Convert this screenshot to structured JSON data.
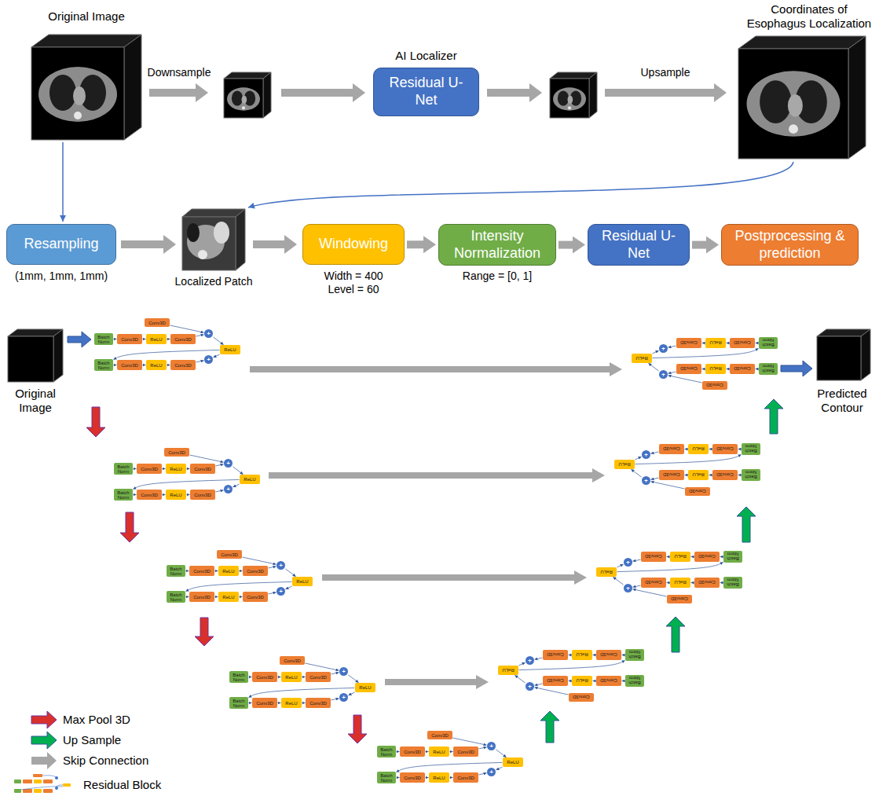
{
  "diagram": {
    "nodes": [
      {
        "text": [
          "AI Localizer",
          "Residual U-Net"
        ]
      },
      {
        "text": [
          "Resampling"
        ]
      },
      {
        "text": [
          "Windowing"
        ]
      },
      {
        "text": [
          "Intensity Normalization"
        ]
      },
      {
        "text": [
          "Residual U-Net"
        ]
      },
      {
        "text": [
          "Postprocessing & prediction"
        ]
      },
      {
        "text": [
          "Conv3D"
        ]
      },
      {
        "text": [
          "Batch Norm"
        ]
      },
      {
        "text": [
          "Conv3D"
        ]
      },
      {
        "text": [
          "ReLU"
        ]
      },
      {
        "text": [
          "Conv3D"
        ]
      },
      {
        "text": [
          "+"
        ]
      },
      {
        "text": [
          "ReLU"
        ]
      },
      {
        "text": [
          "Batch Norm"
        ]
      },
      {
        "text": [
          "Conv3D"
        ]
      },
      {
        "text": [
          "ReLU"
        ]
      },
      {
        "text": [
          "Conv3D"
        ]
      },
      {
        "text": [
          "+"
        ]
      },
      {
        "text": [
          "Conv3D"
        ]
      },
      {
        "text": [
          "Batch Norm"
        ]
      },
      {
        "text": [
          "Conv3D"
        ]
      },
      {
        "text": [
          "ReLU"
        ]
      },
      {
        "text": [
          "Conv3D"
        ]
      },
      {
        "text": [
          "+"
        ]
      },
      {
        "text": [
          "ReLU"
        ]
      },
      {
        "text": [
          "Batch Norm"
        ]
      },
      {
        "text": [
          "Conv3D"
        ]
      },
      {
        "text": [
          "ReLU"
        ]
      },
      {
        "text": [
          "Conv3D"
        ]
      },
      {
        "text": [
          "+"
        ]
      },
      {
        "text": [
          "Conv3D"
        ]
      },
      {
        "text": [
          "Batch Norm"
        ]
      },
      {
        "text": [
          "Conv3D"
        ]
      },
      {
        "text": [
          "ReLU"
        ]
      },
      {
        "text": [
          "Conv3D"
        ]
      },
      {
        "text": [
          "+"
        ]
      },
      {
        "text": [
          "ReLU"
        ]
      },
      {
        "text": [
          "Batch Norm"
        ]
      },
      {
        "text": [
          "Conv3D"
        ]
      },
      {
        "text": [
          "ReLU"
        ]
      },
      {
        "text": [
          "Conv3D"
        ]
      },
      {
        "text": [
          "+"
        ]
      },
      {
        "text": [
          "Conv3D"
        ]
      },
      {
        "text": [
          "Batch Norm"
        ]
      },
      {
        "text": [
          "Conv3D"
        ]
      },
      {
        "text": [
          "ReLU"
        ]
      },
      {
        "text": [
          "Conv3D"
        ]
      },
      {
        "text": [
          "+"
        ]
      },
      {
        "text": [
          "ReLU"
        ]
      },
      {
        "text": [
          "Batch Norm"
        ]
      },
      {
        "text": [
          "Conv3D"
        ]
      },
      {
        "text": [
          "ReLU"
        ]
      },
      {
        "text": [
          "Conv3D"
        ]
      },
      {
        "text": [
          "+"
        ]
      },
      {
        "text": [
          "Conv3D"
        ]
      },
      {
        "text": [
          "Batch Norm"
        ]
      },
      {
        "text": [
          "Conv3D"
        ]
      },
      {
        "text": [
          "ReLU"
        ]
      },
      {
        "text": [
          "Conv3D"
        ]
      },
      {
        "text": [
          "+"
        ]
      },
      {
        "text": [
          "ReLU"
        ]
      },
      {
        "text": [
          "Batch Norm"
        ]
      },
      {
        "text": [
          "Conv3D"
        ]
      },
      {
        "text": [
          "ReLU"
        ]
      },
      {
        "text": [
          "Conv3D"
        ]
      },
      {
        "text": [
          "+"
        ]
      },
      {
        "text": [
          "Conv3D"
        ]
      },
      {
        "text": [
          "Batch Norm"
        ]
      },
      {
        "text": [
          "Conv3D"
        ]
      },
      {
        "text": [
          "ReLU"
        ]
      },
      {
        "text": [
          "Conv3D"
        ]
      },
      {
        "text": [
          "+"
        ]
      },
      {
        "text": [
          "ReLU"
        ]
      },
      {
        "text": [
          "Batch Norm"
        ]
      },
      {
        "text": [
          "Conv3D"
        ]
      },
      {
        "text": [
          "ReLU"
        ]
      },
      {
        "text": [
          "Conv3D"
        ]
      },
      {
        "text": [
          "+"
        ]
      },
      {
        "text": [
          "Conv3D"
        ]
      },
      {
        "text": [
          "Batch Norm"
        ]
      },
      {
        "text": [
          "Conv3D"
        ]
      },
      {
        "text": [
          "ReLU"
        ]
      },
      {
        "text": [
          "Conv3D"
        ]
      },
      {
        "text": [
          "+"
        ]
      },
      {
        "text": [
          "ReLU"
        ]
      },
      {
        "text": [
          "Batch Norm"
        ]
      },
      {
        "text": [
          "Conv3D"
        ]
      },
      {
        "text": [
          "ReLU"
        ]
      },
      {
        "text": [
          "Conv3D"
        ]
      },
      {
        "text": [
          "+"
        ]
      },
      {
        "text": [
          "Conv3D"
        ]
      },
      {
        "text": [
          "Batch Norm"
        ]
      },
      {
        "text": [
          "Conv3D"
        ]
      },
      {
        "text": [
          "ReLU"
        ]
      },
      {
        "text": [
          "Conv3D"
        ]
      },
      {
        "text": [
          "+"
        ]
      },
      {
        "text": [
          "ReLU"
        ]
      },
      {
        "text": [
          "Batch Norm"
        ]
      },
      {
        "text": [
          "Conv3D"
        ]
      },
      {
        "text": [
          "ReLU"
        ]
      },
      {
        "text": [
          "Conv3D"
        ]
      },
      {
        "text": [
          "+"
        ]
      },
      {
        "text": [
          "Conv3D"
        ]
      },
      {
        "text": [
          "Batch Norm"
        ]
      },
      {
        "text": [
          "Conv3D"
        ]
      },
      {
        "text": [
          "ReLU"
        ]
      },
      {
        "text": [
          "Conv3D"
        ]
      },
      {
        "text": [
          "+"
        ]
      },
      {
        "text": [
          "ReLU"
        ]
      },
      {
        "text": [
          "Batch Norm"
        ]
      },
      {
        "text": [
          "Conv3D"
        ]
      },
      {
        "text": [
          "ReLU"
        ]
      },
      {
        "text": [
          "Conv3D"
        ]
      },
      {
        "text": [
          "+"
        ]
      }
    ],
    "edges": [
      {
        "from": 2,
        "to": 3,
        "arrow": "to"
      },
      {
        "from": 3,
        "to": 4,
        "arrow": "to"
      },
      {
        "from": 4,
        "to": 5,
        "arrow": "to"
      },
      {
        "from": 7,
        "to": 8,
        "arrow": "to"
      },
      {
        "from": 8,
        "to": 9,
        "arrow": "to"
      },
      {
        "from": 9,
        "to": 10,
        "arrow": "to"
      },
      {
        "from": 10,
        "to": 11,
        "arrow": "to"
      },
      {
        "from": 6,
        "to": 11,
        "arrow": "to"
      },
      {
        "from": 11,
        "to": 12,
        "arrow": "to"
      },
      {
        "from": 12,
        "to": 13,
        "arrow": "to"
      },
      {
        "from": 13,
        "to": 14,
        "arrow": "to"
      },
      {
        "from": 14,
        "to": 15,
        "arrow": "to"
      },
      {
        "from": 15,
        "to": 16,
        "arrow": "to"
      },
      {
        "from": 16,
        "to": 17,
        "arrow": "to"
      },
      {
        "from": 12,
        "to": 17,
        "arrow": "to"
      },
      {
        "from": 19,
        "to": 20,
        "arrow": "to"
      },
      {
        "from": 20,
        "to": 21,
        "arrow": "to"
      },
      {
        "from": 21,
        "to": 22,
        "arrow": "to"
      },
      {
        "from": 22,
        "to": 23,
        "arrow": "to"
      },
      {
        "from": 18,
        "to": 23,
        "arrow": "to"
      },
      {
        "from": 23,
        "to": 24,
        "arrow": "to"
      },
      {
        "from": 24,
        "to": 25,
        "arrow": "to"
      },
      {
        "from": 25,
        "to": 26,
        "arrow": "to"
      },
      {
        "from": 26,
        "to": 27,
        "arrow": "to"
      },
      {
        "from": 27,
        "to": 28,
        "arrow": "to"
      },
      {
        "from": 28,
        "to": 29,
        "arrow": "to"
      },
      {
        "from": 24,
        "to": 29,
        "arrow": "to"
      },
      {
        "from": 31,
        "to": 32,
        "arrow": "to"
      },
      {
        "from": 32,
        "to": 33,
        "arrow": "to"
      },
      {
        "from": 33,
        "to": 34,
        "arrow": "to"
      },
      {
        "from": 34,
        "to": 35,
        "arrow": "to"
      },
      {
        "from": 30,
        "to": 35,
        "arrow": "to"
      },
      {
        "from": 35,
        "to": 36,
        "arrow": "to"
      },
      {
        "from": 36,
        "to": 37,
        "arrow": "to"
      },
      {
        "from": 37,
        "to": 38,
        "arrow": "to"
      },
      {
        "from": 38,
        "to": 39,
        "arrow": "to"
      },
      {
        "from": 39,
        "to": 40,
        "arrow": "to"
      },
      {
        "from": 40,
        "to": 41,
        "arrow": "to"
      },
      {
        "from": 36,
        "to": 41,
        "arrow": "to"
      },
      {
        "from": 43,
        "to": 44,
        "arrow": "to"
      },
      {
        "from": 44,
        "to": 45,
        "arrow": "to"
      },
      {
        "from": 45,
        "to": 46,
        "arrow": "to"
      },
      {
        "from": 46,
        "to": 47,
        "arrow": "to"
      },
      {
        "from": 42,
        "to": 47,
        "arrow": "to"
      },
      {
        "from": 47,
        "to": 48,
        "arrow": "to"
      },
      {
        "from": 48,
        "to": 49,
        "arrow": "to"
      },
      {
        "from": 49,
        "to": 50,
        "arrow": "to"
      },
      {
        "from": 50,
        "to": 51,
        "arrow": "to"
      },
      {
        "from": 51,
        "to": 52,
        "arrow": "to"
      },
      {
        "from": 52,
        "to": 53,
        "arrow": "to"
      },
      {
        "from": 48,
        "to": 53,
        "arrow": "to"
      },
      {
        "from": 55,
        "to": 56,
        "arrow": "to"
      },
      {
        "from": 56,
        "to": 57,
        "arrow": "to"
      },
      {
        "from": 57,
        "to": 58,
        "arrow": "to"
      },
      {
        "from": 58,
        "to": 59,
        "arrow": "to"
      },
      {
        "from": 54,
        "to": 59,
        "arrow": "to"
      },
      {
        "from": 59,
        "to": 60,
        "arrow": "to"
      },
      {
        "from": 60,
        "to": 61,
        "arrow": "to"
      },
      {
        "from": 61,
        "to": 62,
        "arrow": "to"
      },
      {
        "from": 62,
        "to": 63,
        "arrow": "to"
      },
      {
        "from": 63,
        "to": 64,
        "arrow": "to"
      },
      {
        "from": 64,
        "to": 65,
        "arrow": "to"
      },
      {
        "from": 60,
        "to": 65,
        "arrow": "to"
      },
      {
        "from": 67,
        "to": 68,
        "arrow": "to"
      },
      {
        "from": 68,
        "to": 69,
        "arrow": "to"
      },
      {
        "from": 69,
        "to": 70,
        "arrow": "to"
      },
      {
        "from": 70,
        "to": 71,
        "arrow": "to"
      },
      {
        "from": 66,
        "to": 71,
        "arrow": "to"
      },
      {
        "from": 71,
        "to": 72,
        "arrow": "to"
      },
      {
        "from": 72,
        "to": 73,
        "arrow": "to"
      },
      {
        "from": 73,
        "to": 74,
        "arrow": "to"
      },
      {
        "from": 74,
        "to": 75,
        "arrow": "to"
      },
      {
        "from": 75,
        "to": 76,
        "arrow": "to"
      },
      {
        "from": 76,
        "to": 77,
        "arrow": "to"
      },
      {
        "from": 72,
        "to": 77,
        "arrow": "to"
      },
      {
        "from": 79,
        "to": 80,
        "arrow": "to"
      },
      {
        "from": 80,
        "to": 81,
        "arrow": "to"
      },
      {
        "from": 81,
        "to": 82,
        "arrow": "to"
      },
      {
        "from": 82,
        "to": 83,
        "arrow": "to"
      },
      {
        "from": 78,
        "to": 83,
        "arrow": "to"
      },
      {
        "from": 83,
        "to": 84,
        "arrow": "to"
      },
      {
        "from": 84,
        "to": 85,
        "arrow": "to"
      },
      {
        "from": 85,
        "to": 86,
        "arrow": "to"
      },
      {
        "from": 86,
        "to": 87,
        "arrow": "to"
      },
      {
        "from": 87,
        "to": 88,
        "arrow": "to"
      },
      {
        "from": 88,
        "to": 89,
        "arrow": "to"
      },
      {
        "from": 84,
        "to": 89,
        "arrow": "to"
      },
      {
        "from": 91,
        "to": 92,
        "arrow": "to"
      },
      {
        "from": 92,
        "to": 93,
        "arrow": "to"
      },
      {
        "from": 93,
        "to": 94,
        "arrow": "to"
      },
      {
        "from": 94,
        "to": 95,
        "arrow": "to"
      },
      {
        "from": 90,
        "to": 95,
        "arrow": "to"
      },
      {
        "from": 95,
        "to": 96,
        "arrow": "to"
      },
      {
        "from": 96,
        "to": 97,
        "arrow": "to"
      },
      {
        "from": 97,
        "to": 98,
        "arrow": "to"
      },
      {
        "from": 98,
        "to": 99,
        "arrow": "to"
      },
      {
        "from": 99,
        "to": 100,
        "arrow": "to"
      },
      {
        "from": 100,
        "to": 101,
        "arrow": "to"
      },
      {
        "from": 96,
        "to": 101,
        "arrow": "to"
      },
      {
        "from": 103,
        "to": 104,
        "arrow": "to"
      },
      {
        "from": 104,
        "to": 105,
        "arrow": "to"
      },
      {
        "from": 105,
        "to": 106,
        "arrow": "to"
      },
      {
        "from": 106,
        "to": 107,
        "arrow": "to"
      },
      {
        "from": 102,
        "to": 107,
        "arrow": "to"
      },
      {
        "from": 107,
        "to": 108,
        "arrow": "to"
      },
      {
        "from": 108,
        "to": 109,
        "arrow": "to"
      },
      {
        "from": 109,
        "to": 110,
        "arrow": "to"
      },
      {
        "from": 110,
        "to": 111,
        "arrow": "to"
      },
      {
        "from": 111,
        "to": 112,
        "arrow": "to"
      },
      {
        "from": 112,
        "to": 113,
        "arrow": "to"
      },
      {
        "from": 108,
        "to": 113,
        "arrow": "to"
      }
    ],
    "labels": [
      "Original Image",
      "Downsample",
      "Upsample",
      "Coordinates of Esophagus Localization",
      "(1mm, 1mm, 1mm)",
      "Localized Patch",
      "Width = 400 Level = 60",
      "Range = [0, 1]",
      "Original Image",
      "Predicted Contour"
    ],
    "legend": [
      {
        "text": "Max Pool 3D"
      },
      {
        "text": "Up Sample"
      },
      {
        "text": "Skip Connection"
      },
      {
        "text": "Residual Block"
      }
    ]
  }
}
